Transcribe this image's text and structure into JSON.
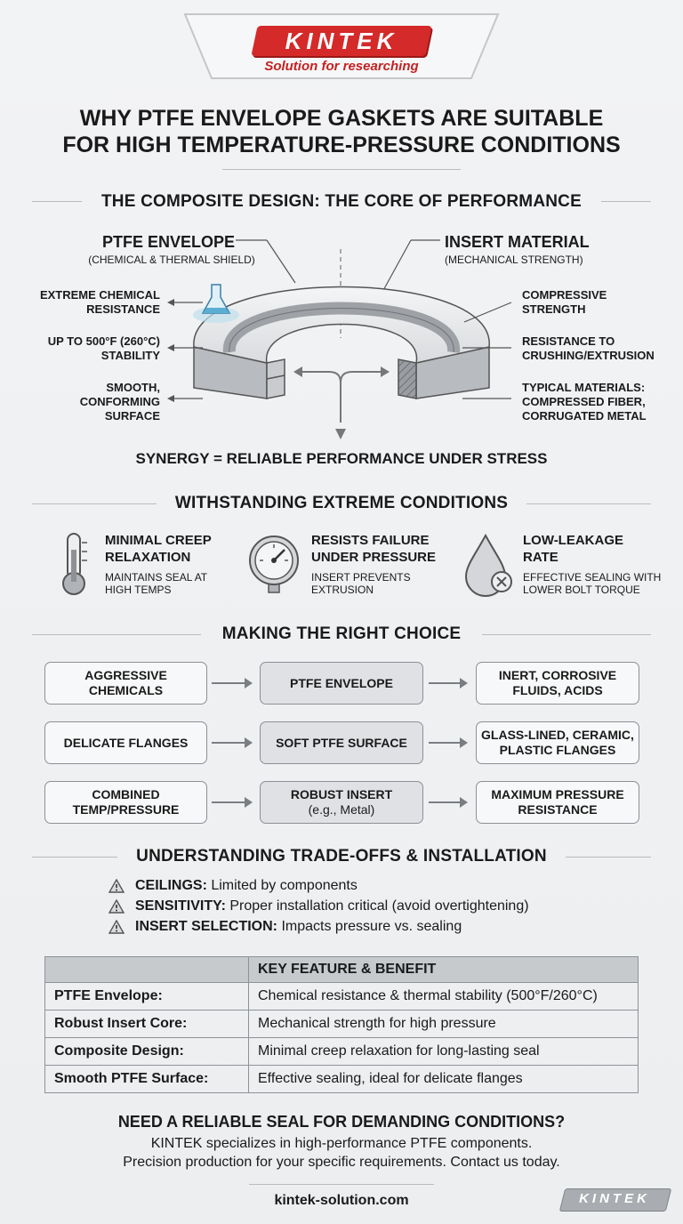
{
  "brand": {
    "logo_text": "KINTEK",
    "tagline": "Solution for researching",
    "footer_logo": "KINTEK"
  },
  "title": {
    "line1": "WHY PTFE ENVELOPE GASKETS ARE SUITABLE",
    "line2": "FOR HIGH TEMPERATURE-PRESSURE CONDITIONS"
  },
  "design": {
    "heading": "THE COMPOSITE DESIGN: THE CORE OF PERFORMANCE",
    "envelope_label": "PTFE ENVELOPE",
    "envelope_sub": "(CHEMICAL & THERMAL SHIELD)",
    "insert_label": "INSERT MATERIAL",
    "insert_sub": "(MECHANICAL STRENGTH)",
    "left_points": [
      "EXTREME CHEMICAL RESISTANCE",
      "UP TO 500°F (260°C) STABILITY",
      "SMOOTH, CONFORMING SURFACE"
    ],
    "right_points": [
      "COMPRESSIVE STRENGTH",
      "RESISTANCE TO CRUSHING/EXTRUSION",
      "TYPICAL MATERIALS: COMPRESSED FIBER, CORRUGATED METAL"
    ],
    "synergy": "SYNERGY = RELIABLE PERFORMANCE UNDER STRESS"
  },
  "conditions": {
    "heading": "WITHSTANDING EXTREME CONDITIONS",
    "items": [
      {
        "icon": "thermometer-icon",
        "title": "MINIMAL CREEP RELAXATION",
        "desc": "MAINTAINS SEAL AT HIGH TEMPS"
      },
      {
        "icon": "pressure-gauge-icon",
        "title": "RESISTS FAILURE UNDER PRESSURE",
        "desc": "INSERT PREVENTS EXTRUSION"
      },
      {
        "icon": "droplet-x-icon",
        "title": "LOW-LEAKAGE RATE",
        "desc": "EFFECTIVE SEALING WITH LOWER BOLT TORQUE"
      }
    ]
  },
  "choice": {
    "heading": "MAKING THE RIGHT CHOICE",
    "rows": [
      {
        "need": "AGGRESSIVE CHEMICALS",
        "solution": "PTFE ENVELOPE",
        "result": "INERT, CORROSIVE FLUIDS, ACIDS"
      },
      {
        "need": "DELICATE FLANGES",
        "solution": "SOFT PTFE SURFACE",
        "result": "GLASS-LINED, CERAMIC, PLASTIC FLANGES"
      },
      {
        "need": "COMBINED TEMP/PRESSURE",
        "solution": "ROBUST INSERT",
        "solution_sub": "(e.g., Metal)",
        "result": "MAXIMUM PRESSURE RESISTANCE"
      }
    ]
  },
  "tradeoffs": {
    "heading": "UNDERSTANDING TRADE-OFFS & INSTALLATION",
    "items": [
      {
        "key": "CEILINGS:",
        "text": " Limited by components"
      },
      {
        "key": "SENSITIVITY:",
        "text": " Proper installation critical (avoid overtightening)"
      },
      {
        "key": "INSERT SELECTION:",
        "text": " Impacts pressure vs. sealing"
      }
    ]
  },
  "table": {
    "header": "KEY FEATURE & BENEFIT",
    "rows": [
      {
        "feature": "PTFE Envelope:",
        "benefit": "Chemical resistance & thermal stability (500°F/260°C)"
      },
      {
        "feature": "Robust Insert Core:",
        "benefit": "Mechanical strength for high pressure"
      },
      {
        "feature": "Composite Design:",
        "benefit": "Minimal creep relaxation for long-lasting seal"
      },
      {
        "feature": "Smooth PTFE Surface:",
        "benefit": "Effective sealing, ideal for delicate flanges"
      }
    ]
  },
  "cta": {
    "heading": "NEED A RELIABLE SEAL FOR DEMANDING CONDITIONS?",
    "line1": "KINTEK specializes in high-performance PTFE components.",
    "line2": "Precision production for your specific requirements. Contact us today.",
    "url": "kintek-solution.com"
  },
  "colors": {
    "brand_red": "#d42a2a",
    "text": "#1a1a1a",
    "box_border": "#8c9095",
    "table_header": "#c7cacd"
  }
}
